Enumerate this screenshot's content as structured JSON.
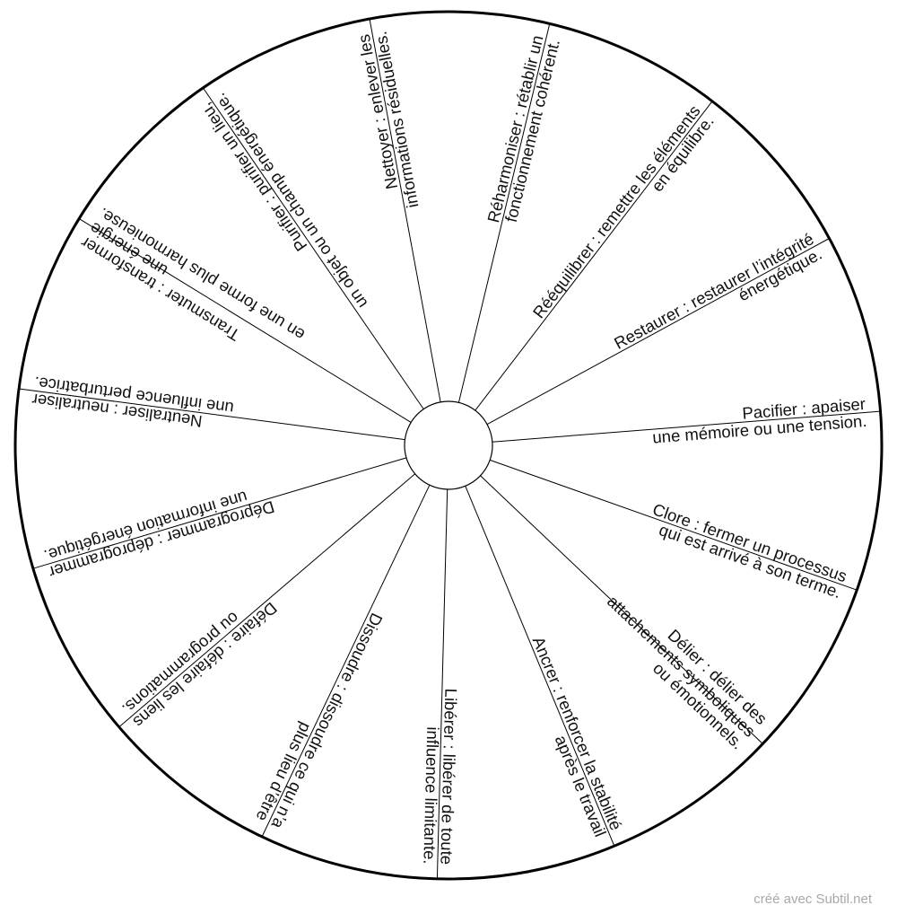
{
  "wheel": {
    "line_color": "#000000",
    "background": "#ffffff",
    "segments": [
      {
        "lines": [
          "Nettoyer : enlever les",
          "informations résiduelles."
        ]
      },
      {
        "lines": [
          "Réharmoniser : rétablir un",
          "fonctionnement cohérent."
        ]
      },
      {
        "lines": [
          "Rééquilibrer : remettre les éléments",
          "en équilibre."
        ]
      },
      {
        "lines": [
          "Restaurer : restaurer l’intégrité",
          "énergétique."
        ]
      },
      {
        "lines": [
          "Pacifier : apaiser",
          "une mémoire ou une tension."
        ]
      },
      {
        "lines": [
          "Clore : fermer un processus",
          "qui est arrivé à son terme."
        ]
      },
      {
        "lines": [
          "Délier : délier des",
          "attachements symboliques",
          "ou émotionnels."
        ]
      },
      {
        "lines": [
          "Ancrer : renforcer la stabilité",
          "après le travail"
        ]
      },
      {
        "lines": [
          "Libérer : libérer de toute",
          "influence limitante."
        ]
      },
      {
        "lines": [
          "Dissoudre : dissoudre ce qui n’a",
          "plus lieu d’être"
        ]
      },
      {
        "lines": [
          "Défaire : défaire les liens",
          "ou programmations."
        ]
      },
      {
        "lines": [
          "Déprogrammer : déprogrammer",
          "une information énergétique."
        ]
      },
      {
        "lines": [
          "Neutraliser : neutraliser",
          "une influence perturbatrice."
        ]
      },
      {
        "lines": [
          "Transmuter : transformer",
          "une énergie",
          "en une forme plus harmonieuse."
        ]
      },
      {
        "lines": [
          "Purifier : purifier un lieu,",
          "un objet ou un champ énergétique."
        ]
      }
    ]
  },
  "footer": {
    "credit": "créé avec Subtil.net"
  }
}
